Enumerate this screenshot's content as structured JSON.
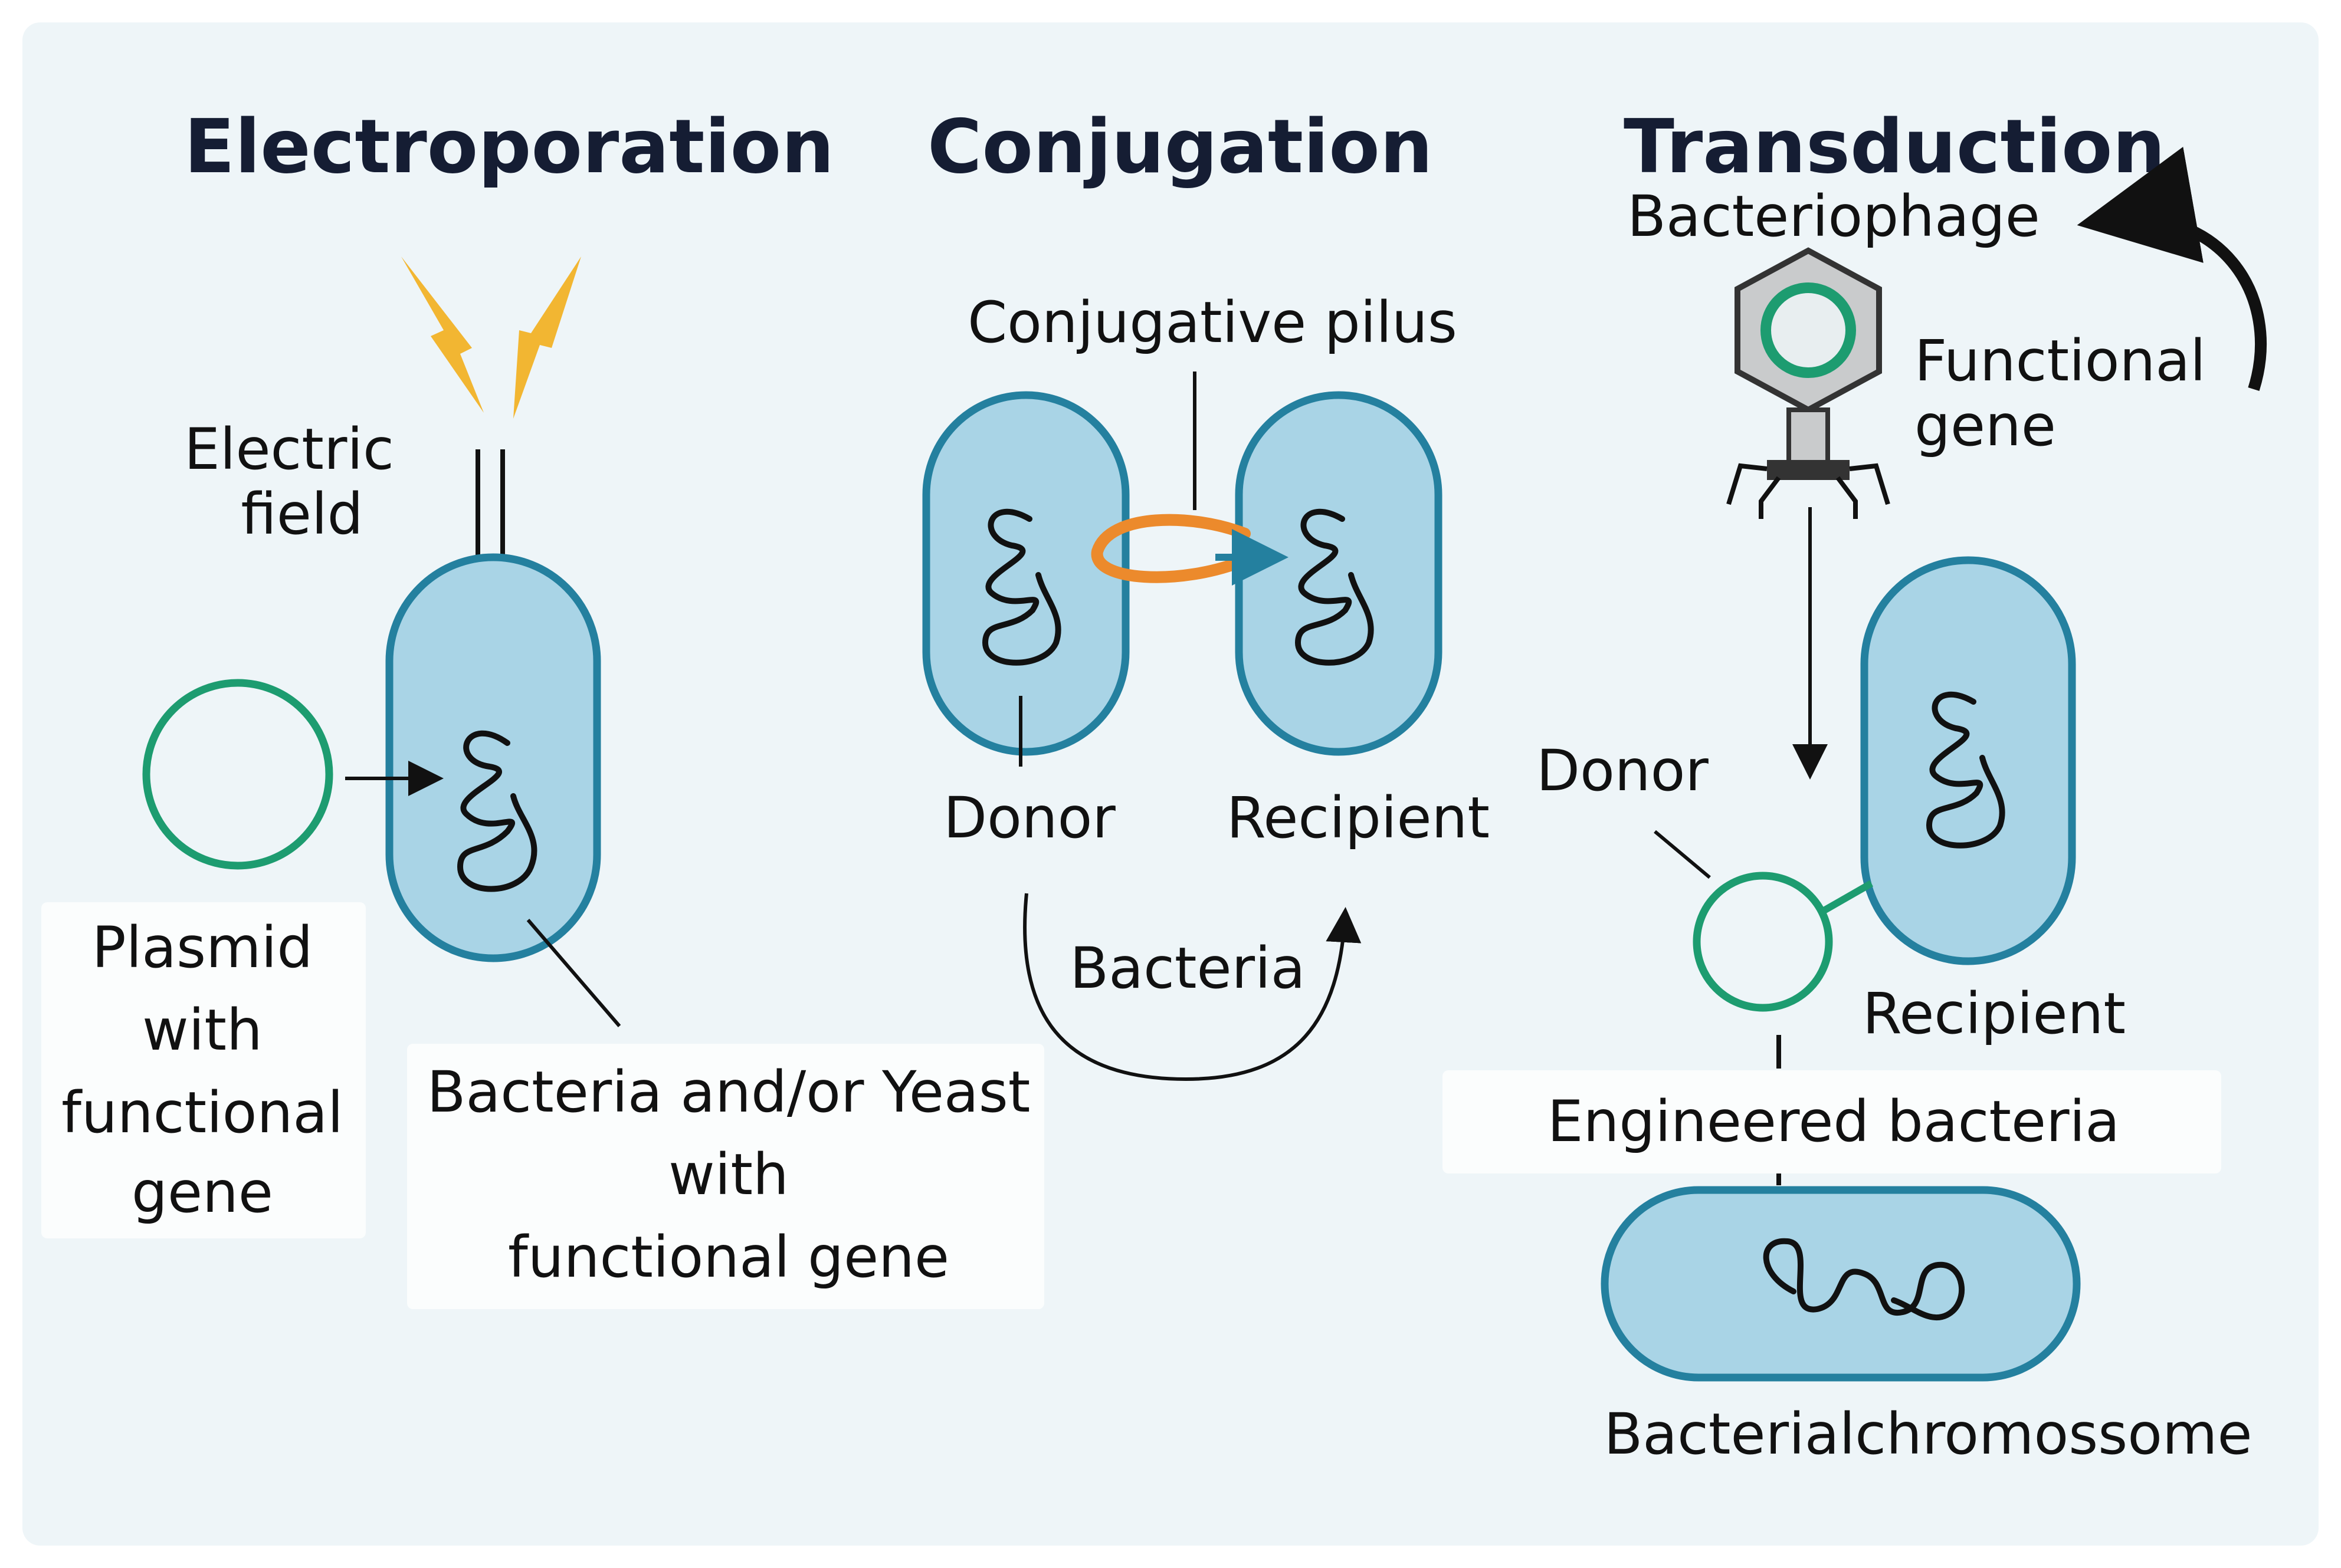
{
  "titles": {
    "electroporation": "Electroporation",
    "conjugation": "Conjugation",
    "transduction": "Transduction"
  },
  "electroporation": {
    "electric_field": [
      "Electric",
      "field"
    ],
    "plasmid": [
      "Plasmid",
      "with",
      "functional",
      "gene"
    ],
    "host": [
      "Bacteria and/or Yeast",
      "with",
      "functional gene"
    ]
  },
  "conjugation": {
    "pilus": "Conjugative pilus",
    "donor": "Donor",
    "recipient": "Recipient",
    "bacteria": "Bacteria"
  },
  "transduction": {
    "phage": "Bacteriophage",
    "functional_gene": [
      "Functional",
      "gene"
    ],
    "donor": "Donor",
    "recipient": "Recipient",
    "engineered": "Engineered bacteria",
    "chromosome": "Bacterialchromossome"
  },
  "colors": {
    "background": "#eef5f8",
    "cell_fill": "#a9d4e6",
    "cell_stroke": "#24809f",
    "plasmid": "#1d9c70",
    "lightning": "#f2b632",
    "pilus": "#ec8a2c",
    "title": "#151d33"
  }
}
